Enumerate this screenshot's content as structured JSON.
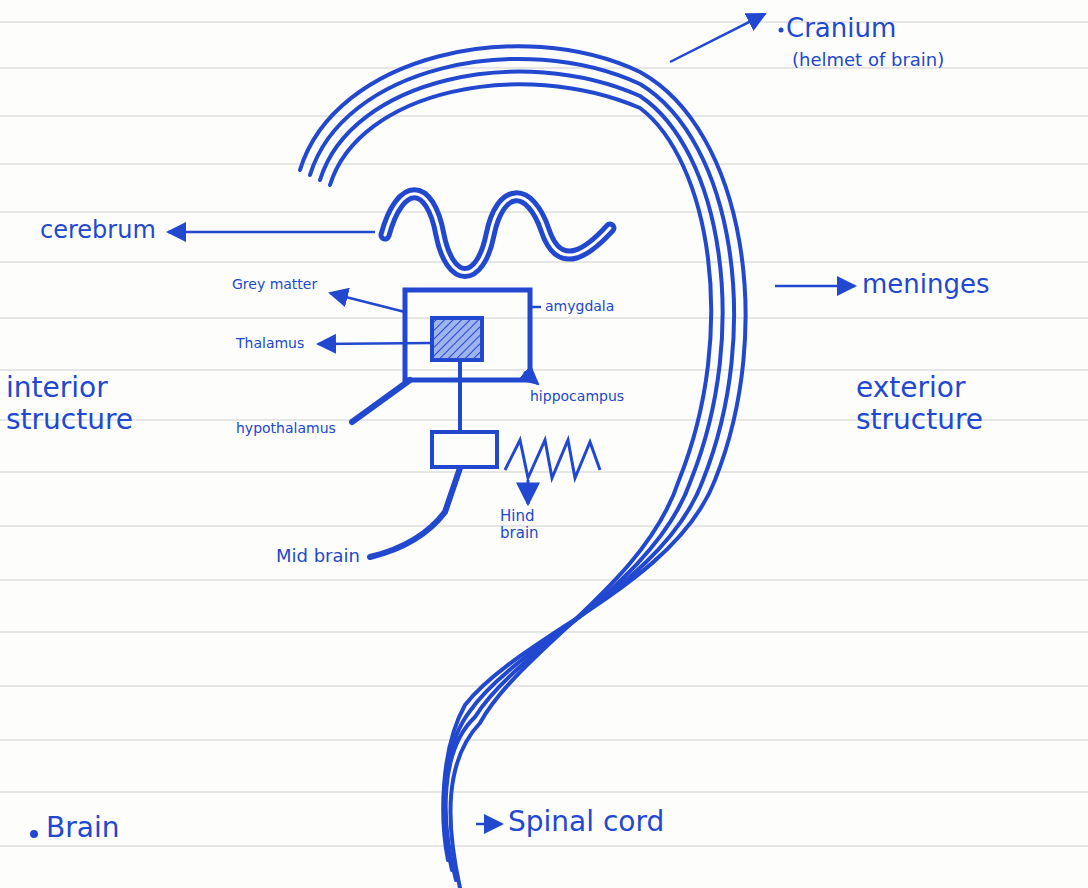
{
  "diagram": {
    "caption": "Brain",
    "labels": [
      "Cranium",
      "(helmet of brain)",
      "cerebrum",
      "meninges",
      "Grey matter",
      "Thalamus",
      "amygdala",
      "interior structure",
      "hippocampus",
      "exterior structure",
      "hypothalamus",
      "Hind brain",
      "Mid brain",
      "Spinal cord"
    ]
  }
}
